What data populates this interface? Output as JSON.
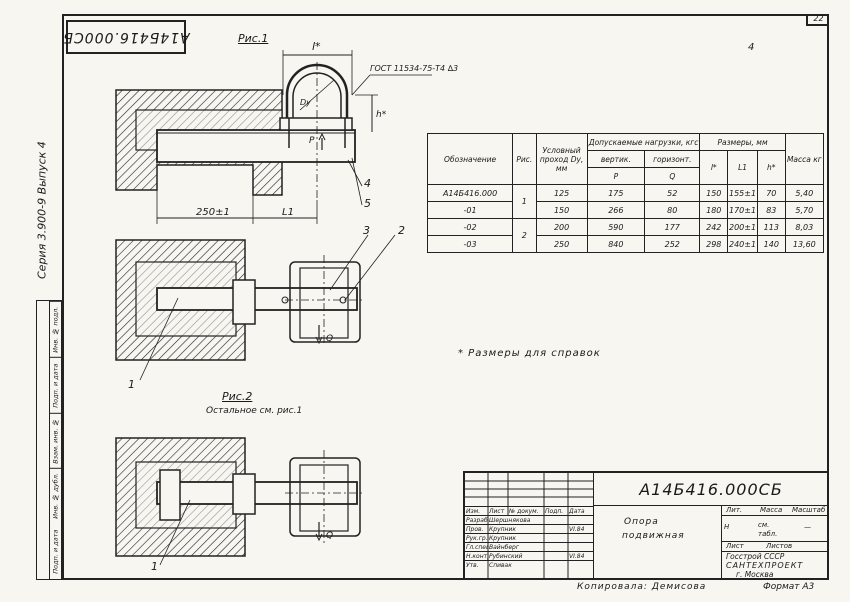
{
  "drawing_code_upside": "A14Б416.000СБ",
  "sheet_number": "22",
  "series_text": "Серия 3.900-9 Выпуск 4",
  "sheet_mark": "4",
  "side_strip": [
    "Инв. № подл.",
    "Подп. и дата",
    "Взам. инв. №",
    "Инв. № дубл.",
    "Подп. и дата"
  ],
  "fig1": {
    "title": "Рис.1",
    "dim_l": "l*",
    "dim_h": "h*",
    "dim_dy": "Dу",
    "gost": "ГОСТ 11534-75-Т4 ∆3",
    "load_p": "P",
    "dim_250": "250±1",
    "dim_l1": "L1",
    "pos4": "4",
    "pos5": "5"
  },
  "fig_plan": {
    "pos3": "3",
    "pos2": "2",
    "pos1": "1",
    "load_q": "Q"
  },
  "fig2": {
    "title": "Рис.2",
    "subtitle": "Остальное см. рис.1",
    "pos1": "1",
    "load_q": "Q"
  },
  "table": {
    "h_designation": "Обозначение",
    "h_fig": "Рис.",
    "h_nominal": "Условный проход Dу, мм",
    "h_loads": "Допускаемые нагрузки, кгс",
    "h_vert": "вертик.",
    "h_horiz": "горизонт.",
    "h_p": "P",
    "h_q": "Q",
    "h_dims": "Размеры, мм",
    "h_l": "l*",
    "h_l1": "L1",
    "h_h": "h*",
    "h_mass": "Масса кг",
    "rows": [
      {
        "des": "А14Б416.000",
        "dn": "125",
        "p": "175",
        "q": "52",
        "l": "150",
        "l1": "155±1",
        "h": "70",
        "m": "5,40"
      },
      {
        "des": "-01",
        "dn": "150",
        "p": "266",
        "q": "80",
        "l": "180",
        "l1": "170±1",
        "h": "83",
        "m": "5,70"
      },
      {
        "des": "-02",
        "dn": "200",
        "p": "590",
        "q": "177",
        "l": "242",
        "l1": "200±1",
        "h": "113",
        "m": "8,03"
      },
      {
        "des": "-03",
        "dn": "250",
        "p": "840",
        "q": "252",
        "l": "298",
        "l1": "240±1",
        "h": "140",
        "m": "13,60"
      }
    ],
    "fig_group1": "1",
    "fig_group2": "2"
  },
  "note": "* Размеры для справок",
  "title_block": {
    "code": "А14Б416.000СБ",
    "name1": "Опора",
    "name2": "подвижная",
    "lit": "Лит.",
    "mass": "Масса",
    "scale": "Масштаб",
    "lit_val": "Н",
    "mass_val": "см. табл.",
    "scale_val": "—",
    "sheet": "Лист",
    "sheets": "Листов",
    "org1": "Госстрой СССР",
    "org2": "САНТЕХПРОЕКТ",
    "org3": "г. Москва",
    "rows": [
      {
        "role": "Изм.",
        "name": "Лист",
        "c3": "№ докум.",
        "c4": "Подп.",
        "c5": "Дата"
      },
      {
        "role": "Разраб.",
        "name": "Шершнякова",
        "c3": "",
        "c4": "",
        "c5": ""
      },
      {
        "role": "Пров.",
        "name": "Крупник",
        "c3": "",
        "c4": "",
        "c5": "VI.84"
      },
      {
        "role": "Рук.гр.",
        "name": "Крупник",
        "c3": "",
        "c4": "",
        "c5": ""
      },
      {
        "role": "Гл.спец.",
        "name": "Вайнберг",
        "c3": "",
        "c4": "",
        "c5": ""
      },
      {
        "role": "Н.контр.",
        "name": "Рубинский",
        "c3": "",
        "c4": "",
        "c5": "VI.84"
      },
      {
        "role": "Утв.",
        "name": "Спивак",
        "c3": "",
        "c4": "",
        "c5": ""
      }
    ]
  },
  "copied": "Копировала: Демисова",
  "format": "Формат А3"
}
